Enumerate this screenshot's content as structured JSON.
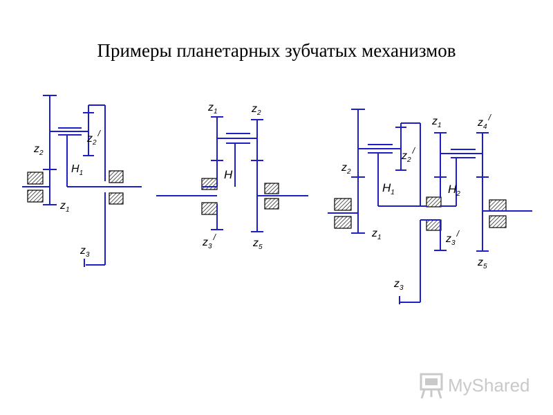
{
  "title": "Примеры планетарных зубчатых механизмов",
  "colors": {
    "line": "#1e1ec8",
    "hatch": "#000000",
    "watermark": "#c9c9c9"
  },
  "schemes": [
    {
      "labels": [
        {
          "main": "z",
          "sub": "2",
          "prime": false
        },
        {
          "main": "z",
          "sub": "2",
          "prime": true
        },
        {
          "main": "H",
          "sub": "1",
          "prime": false
        },
        {
          "main": "z",
          "sub": "1",
          "prime": false
        },
        {
          "main": "z",
          "sub": "3",
          "prime": false
        }
      ]
    },
    {
      "labels": [
        {
          "main": "z",
          "sub": "1",
          "prime": false
        },
        {
          "main": "z",
          "sub": "2",
          "prime": false
        },
        {
          "main": "H",
          "sub": "",
          "prime": false
        },
        {
          "main": "z",
          "sub": "3",
          "prime": true
        },
        {
          "main": "z",
          "sub": "5",
          "prime": false
        }
      ]
    },
    {
      "labels": [
        {
          "main": "z",
          "sub": "1",
          "prime": false
        },
        {
          "main": "z",
          "sub": "4",
          "prime": true
        },
        {
          "main": "z",
          "sub": "2",
          "prime": false
        },
        {
          "main": "z",
          "sub": "2",
          "prime": true
        },
        {
          "main": "H",
          "sub": "1",
          "prime": false
        },
        {
          "main": "H",
          "sub": "2",
          "prime": false
        },
        {
          "main": "z",
          "sub": "1",
          "prime": false
        },
        {
          "main": "z",
          "sub": "3",
          "prime": true
        },
        {
          "main": "z",
          "sub": "5",
          "prime": false
        },
        {
          "main": "z",
          "sub": "3",
          "prime": false
        }
      ]
    }
  ],
  "watermark": {
    "text": "MyShared",
    "icon": "presentation-board-icon"
  }
}
